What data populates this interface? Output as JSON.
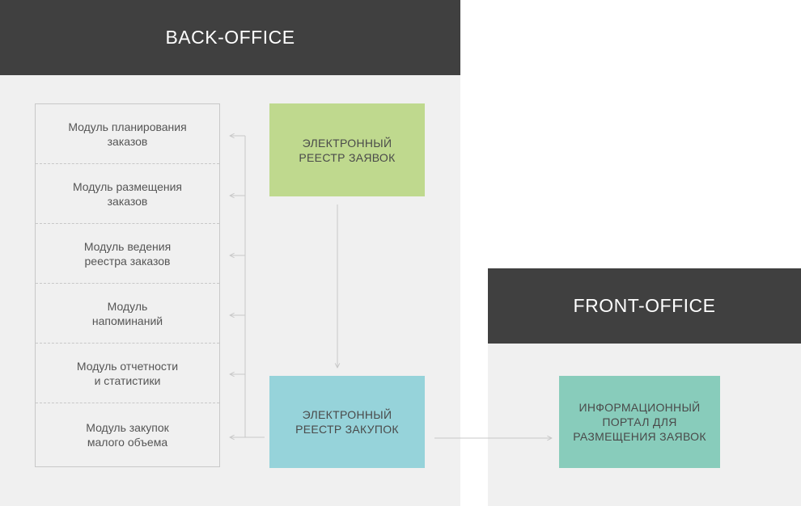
{
  "back_office": {
    "title": "BACK-OFFICE",
    "modules": [
      {
        "label": "Модуль планирования\nзаказов"
      },
      {
        "label": "Модуль размещения\nзаказов"
      },
      {
        "label": "Модуль ведения\nреестра заказов"
      },
      {
        "label": "Модуль\nнапоминаний"
      },
      {
        "label": "Модуль отчетности\nи статистики"
      },
      {
        "label": "Модуль закупок\nмалого объема"
      }
    ],
    "orders_registry": "ЭЛЕКТРОННЫЙ\nРЕЕСТР ЗАЯВОК",
    "purchases_registry": "ЭЛЕКТРОННЫЙ\nРЕЕСТР ЗАКУПОК"
  },
  "front_office": {
    "title": "FRONT-OFFICE",
    "portal": "ИНФОРМАЦИОННЫЙ\nПОРТАЛ ДЛЯ\nРАЗМЕЩЕНИЯ ЗАЯВОК"
  },
  "colors": {
    "header": "#404040",
    "panel": "#f0f0f0",
    "orders_registry": "#bfd98e",
    "purchases_registry": "#96d3da",
    "info_portal": "#88ccbb",
    "connector": "#c8c8c8"
  }
}
